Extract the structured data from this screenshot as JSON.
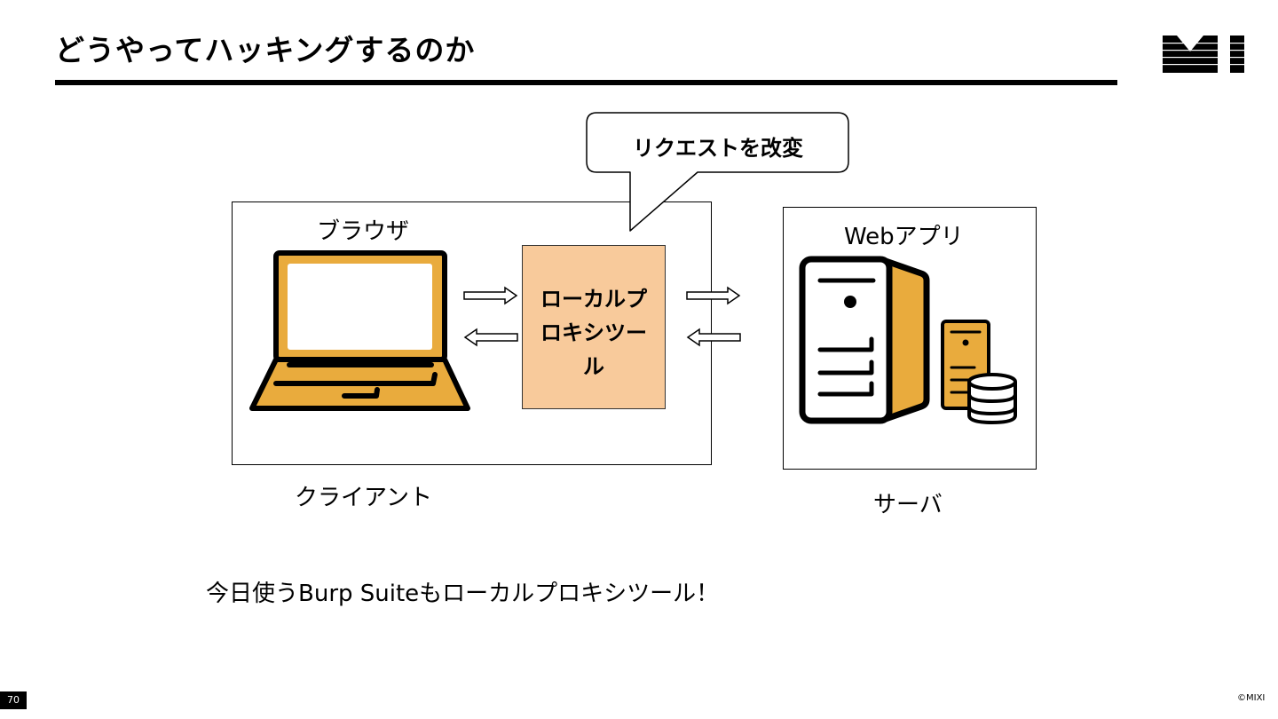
{
  "slide": {
    "title": "どうやってハッキングするのか",
    "page_number": "70",
    "copyright": "©MIXI"
  },
  "diagram": {
    "client_box_label": "クライアント",
    "browser_label": "ブラウザ",
    "proxy_label_lines": [
      "ローカルプ",
      "ロキシツー",
      "ル"
    ],
    "callout_text": "リクエストを改変",
    "server_box_label": "サーバ",
    "webapp_label": "Webアプリ"
  },
  "caption": "今日使うBurp Suiteもローカルプロキシツール！",
  "icons": [
    "mixi-logo",
    "laptop-icon",
    "server-icon",
    "database-icon",
    "arrow-right-icon",
    "arrow-left-icon"
  ],
  "colors": {
    "accent_orange": "#e9ab3d",
    "proxy_fill": "#f8ca9b",
    "rule": "#000000"
  }
}
